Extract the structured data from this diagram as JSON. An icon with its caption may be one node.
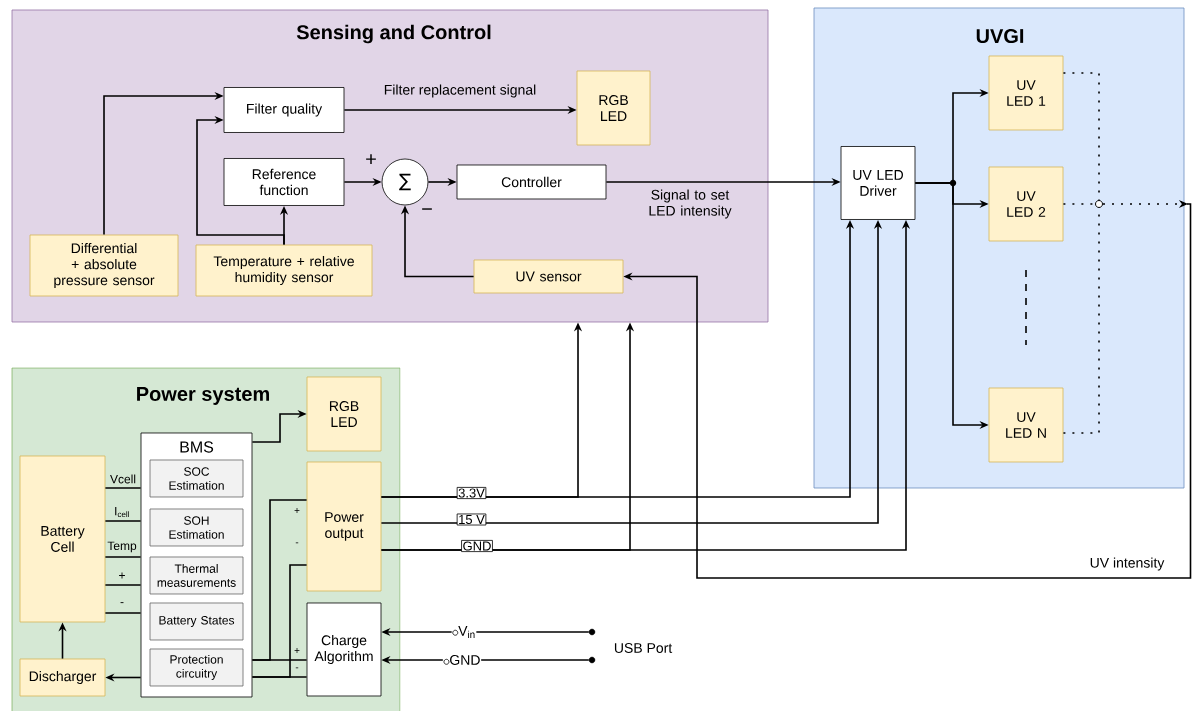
{
  "diagram": {
    "nodes": [
      {
        "text": [
          "Sensing and Control"
        ]
      },
      {
        "text": [
          "Filter quality"
        ],
        "in": 0
      },
      {
        "text": [
          "RGB LED"
        ],
        "in": 0
      },
      {
        "text": [
          "Reference function"
        ],
        "in": 0
      },
      {
        "text": [
          "∑"
        ],
        "in": 0,
        "beside": [
          "+",
          "−"
        ]
      },
      {
        "text": [
          "Controller"
        ],
        "in": 0
      },
      {
        "text": [
          "Differential + absolute pressure sensor"
        ],
        "in": 0
      },
      {
        "text": [
          "Temperature + relative humidity sensor"
        ],
        "in": 0
      },
      {
        "text": [
          "UV sensor"
        ],
        "in": 0
      },
      {
        "text": [
          "UVGI"
        ]
      },
      {
        "text": [
          "UV LED Driver"
        ],
        "in": 9
      },
      {
        "text": [
          "UV LED 1"
        ],
        "in": 9
      },
      {
        "text": [
          "UV LED 2"
        ],
        "in": 9
      },
      {
        "text": [
          "UV LED N"
        ],
        "in": 9
      },
      {
        "text": [
          "Power system"
        ]
      },
      {
        "text": [
          "RGB LED"
        ],
        "in": 14
      },
      {
        "text": [
          "BMS"
        ],
        "in": 14
      },
      {
        "text": [
          "SOC Estimation"
        ],
        "in": 16
      },
      {
        "text": [
          "SOH Estimation"
        ],
        "in": 16
      },
      {
        "text": [
          "Thermal measurements"
        ],
        "in": 16
      },
      {
        "text": [
          "Battery States"
        ],
        "in": 16
      },
      {
        "text": [
          "Protection circuitry"
        ],
        "in": 16
      },
      {
        "text": [
          "Battery Cell"
        ],
        "in": 14
      },
      {
        "text": [
          "Discharger"
        ],
        "in": 14
      },
      {
        "text": [
          "Power output"
        ],
        "in": 14
      },
      {
        "text": [
          "Charge Algorithm"
        ],
        "in": 14
      },
      {
        "text": [
          "V$_{in}$"
        ]
      },
      {
        "text": [
          "GND"
        ]
      },
      {
        "text": [],
        "shape": "circle"
      },
      {
        "text": [],
        "shape": "circle"
      },
      {
        "text": [],
        "shape": "circle",
        "in": 9
      }
    ],
    "edges": [
      {
        "from": 6,
        "to": 1,
        "arrow": "to"
      },
      {
        "from": 7,
        "to": 1,
        "arrow": "to"
      },
      {
        "from": 7,
        "to": 3,
        "arrow": "to"
      },
      {
        "from": 1,
        "to": 2,
        "arrow": "to",
        "label": "Filter replacement signal"
      },
      {
        "from": 3,
        "to": 4,
        "arrow": "to"
      },
      {
        "from": 4,
        "to": 5,
        "arrow": "to"
      },
      {
        "from": 8,
        "to": 4,
        "arrow": "to"
      },
      {
        "from": 5,
        "to": 10,
        "arrow": "to",
        "label": "Signal to set LED intensity"
      },
      {
        "from": 10,
        "to": 11,
        "arrow": "to"
      },
      {
        "from": 10,
        "to": 12,
        "arrow": "to"
      },
      {
        "from": 10,
        "to": 13,
        "arrow": "to"
      },
      {
        "from": 11,
        "to": 30,
        "arrow": "none",
        "style": "dashed"
      },
      {
        "from": 12,
        "to": 30,
        "arrow": "none",
        "style": "dashed"
      },
      {
        "from": 13,
        "to": 30,
        "arrow": "none",
        "style": "dashed"
      },
      {
        "from": 30,
        "to": 8,
        "arrow": "to",
        "label": "UV intensity"
      },
      {
        "from": 22,
        "to": 16,
        "arrow": "none",
        "label": "Vcell"
      },
      {
        "from": 22,
        "to": 16,
        "arrow": "none",
        "label": "I$_{cell}$"
      },
      {
        "from": 22,
        "to": 16,
        "arrow": "none",
        "label": "Temp"
      },
      {
        "from": 22,
        "to": 16,
        "arrow": "none",
        "label": "+"
      },
      {
        "from": 22,
        "to": 16,
        "arrow": "none",
        "label": "-"
      },
      {
        "from": 23,
        "to": 22,
        "arrow": "to"
      },
      {
        "from": 16,
        "to": 23,
        "arrow": "to"
      },
      {
        "from": 16,
        "to": 15,
        "arrow": "to"
      },
      {
        "from": 24,
        "to": 16,
        "arrow": "none",
        "label": "+"
      },
      {
        "from": 24,
        "to": 16,
        "arrow": "none",
        "label": "-"
      },
      {
        "from": 16,
        "to": 25,
        "arrow": "none",
        "label": "+"
      },
      {
        "from": 16,
        "to": 25,
        "arrow": "none",
        "label": "-"
      },
      {
        "from": 24,
        "to": 0,
        "arrow": "to"
      },
      {
        "from": 24,
        "to": 10,
        "arrow": "to",
        "label": "3.3V"
      },
      {
        "from": 24,
        "to": 10,
        "arrow": "to",
        "label": "15 V"
      },
      {
        "from": 24,
        "to": 10,
        "arrow": "to",
        "label": "GND"
      },
      {
        "from": 24,
        "to": 0,
        "arrow": "to"
      },
      {
        "from": 26,
        "to": 25,
        "arrow": "to"
      },
      {
        "from": 27,
        "to": 25,
        "arrow": "to"
      },
      {
        "from": 28,
        "to": 26,
        "arrow": "none"
      },
      {
        "from": 29,
        "to": 27,
        "arrow": "none"
      }
    ],
    "labels": [
      "USB Port"
    ]
  }
}
